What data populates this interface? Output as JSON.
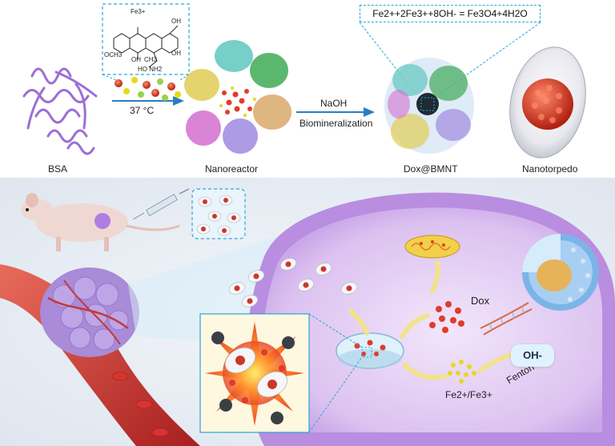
{
  "top_row": {
    "bsa_label": "BSA",
    "nanoreactor_label": "Nanoreactor",
    "dox_bmnt_label": "Dox@BMNT",
    "nanotorpedo_label": "Nanotorpedo",
    "temperature_label": "37 °C",
    "naoh_label": "NaOH",
    "biomineralization_label": "Biomineralization",
    "equation": "Fe2++2Fe3++8OH- = Fe3O4+4H2O",
    "dox_structure": {
      "fe_label": "Fe3+",
      "oh_label_1": "OH",
      "oh_label_2": "OH",
      "oh_label_3": "OH",
      "och3_label": "OCH3",
      "ch3_label": "CH3",
      "nh2_label": "HO NH2"
    }
  },
  "bottom_row": {
    "dox_label": "Dox",
    "fe_ions_label": "Fe2+/Fe3+",
    "fenton_label": "Fenton",
    "oh_product_label": "OH-"
  },
  "colors": {
    "arrow_blue": "#2b7ec1",
    "dashed_cyan": "#29a7d6",
    "membrane_purple": "#b98de0",
    "cell_inner": "#d9b6ef",
    "vessel_red": "#c23a3a",
    "tumor_purple": "#a98bd8",
    "dox_red": "#e23b2b",
    "fe_yellow": "#e8d81a"
  }
}
